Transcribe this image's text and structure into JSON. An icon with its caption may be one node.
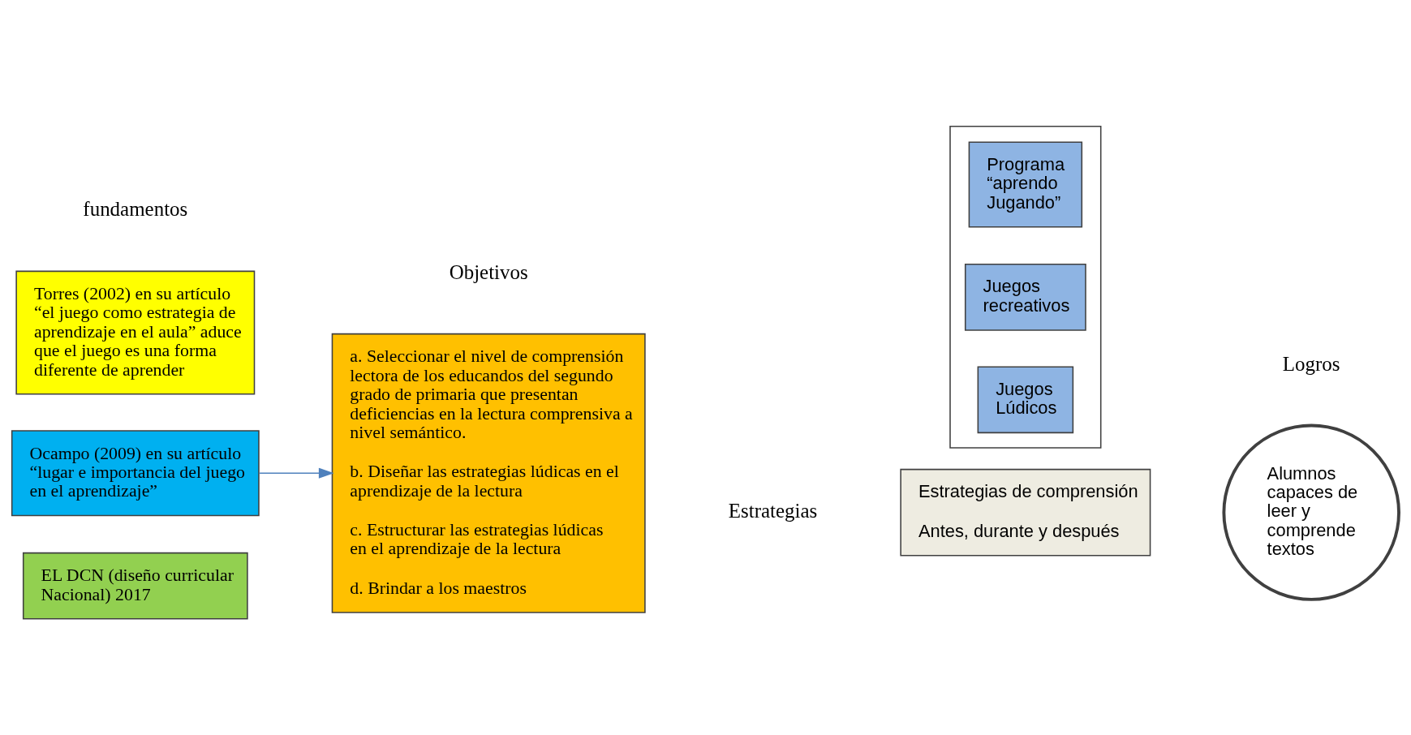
{
  "diagram": {
    "nodes": [
      {
        "text": [
          "Torres (2002) en su artículo “el juego como estrategia de aprendizaje en el aula” aduce que el juego es una forma diferente de aprender"
        ]
      },
      {
        "text": [
          "Ocampo (2009) en su artículo “lugar e importancia del juego en el aprendizaje”"
        ]
      },
      {
        "text": [
          "EL DCN (diseño curricular Nacional) 2017"
        ]
      },
      {
        "text": [
          "a. Seleccionar el nivel de comprensión lectora de los educandos del segundo grado de primaria que presentan deficiencias en la lectura comprensiva a nivel semántico.",
          "b. Diseñar las estrategias lúdicas en el aprendizaje de la lectura",
          "c. Estructurar las estrategias lúdicas en el aprendizaje de la lectura",
          "d. Brindar a los maestros"
        ]
      },
      {
        "text": [],
        "shape": "box"
      },
      {
        "text": [
          "Programa “aprendo Jugando”"
        ],
        "in": 4
      },
      {
        "text": [
          "Juegos recreativos"
        ],
        "in": 4
      },
      {
        "text": [
          "Juegos Lúdicos"
        ],
        "in": 4
      },
      {
        "text": [
          "Estrategias de comprensión",
          "Antes, durante y después"
        ]
      },
      {
        "text": [
          "Alumnos capaces de leer y comprende textos"
        ]
      }
    ],
    "edges": [
      {
        "from": 1,
        "to": 3,
        "arrow": "to",
        "color": "#4f81bd"
      }
    ],
    "labels": [
      "fundamentos",
      "Objetivos",
      "Estrategias",
      "Logros"
    ]
  }
}
